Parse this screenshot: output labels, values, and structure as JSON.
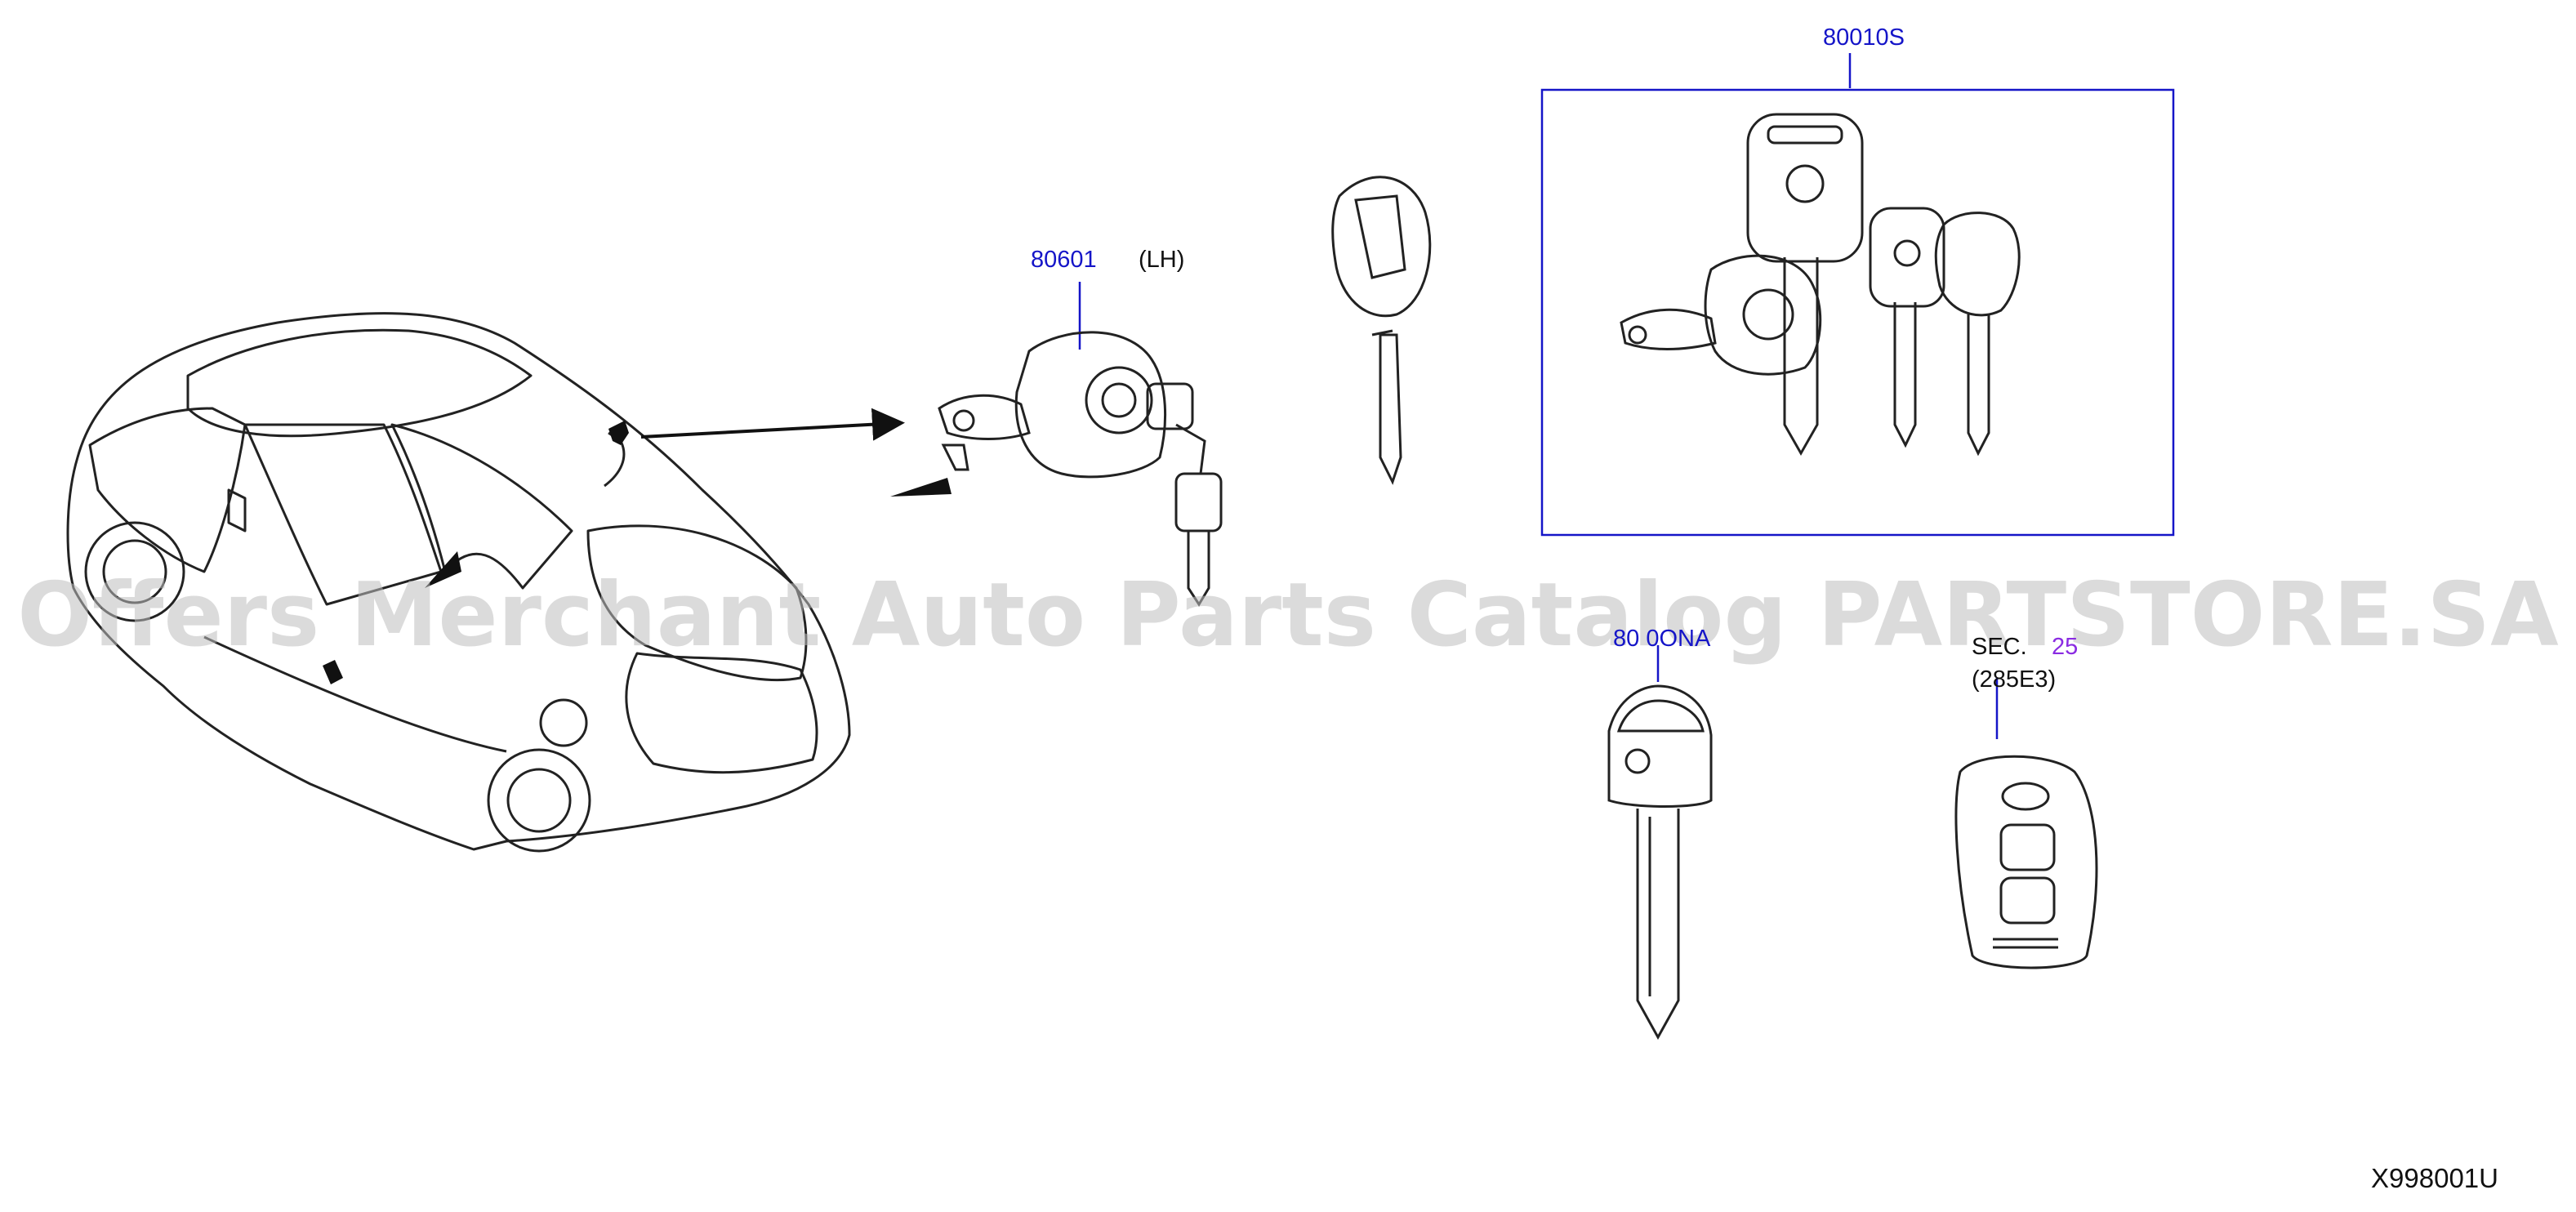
{
  "labels": {
    "part_80010s": "80010S",
    "part_80601": "80601",
    "part_80601_side": "(LH)",
    "part_key_blank": "80 0ONA",
    "sec_prefix": "SEC.",
    "sec_number": "25",
    "sec_sub": "(285E3)"
  },
  "watermark": "Offers Merchant Auto Parts Catalog PARTSTORE.SA",
  "diagram_code": "X998001U",
  "colors": {
    "callout": "#1515c8",
    "line": "#222222",
    "watermark": "#bebebe",
    "link": "#8a2be2"
  },
  "icons": [
    "car-icon",
    "door-lock-cylinder-icon",
    "key-icon",
    "remote-key-icon",
    "intelligent-key-icon"
  ]
}
